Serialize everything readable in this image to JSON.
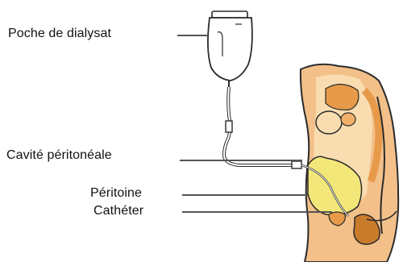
{
  "diagram": {
    "labels": {
      "bag": "Poche de dialysat",
      "cavity": "Cavité péritonéale",
      "peritoneum": "Péritoine",
      "catheter": "Cathéter"
    },
    "colors": {
      "skin": "#f3c08a",
      "skin_light": "#f9ddb0",
      "cavity_fill": "#f4e77a",
      "organ_orange": "#e79a4a",
      "bladder": "#c97b2c",
      "outline": "#2b2b2b",
      "leader_line": "#555555"
    }
  }
}
